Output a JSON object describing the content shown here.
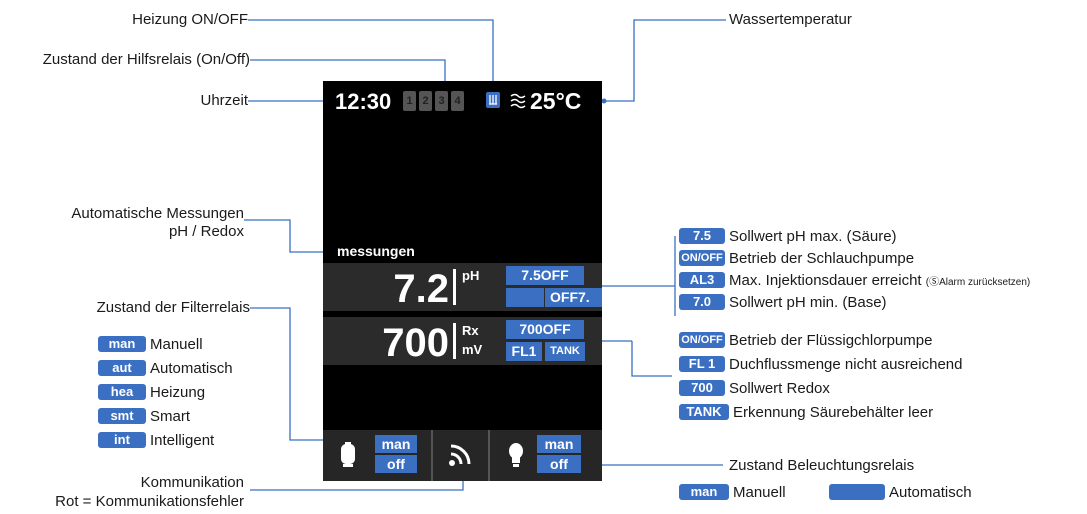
{
  "callouts": {
    "heizung": "Heizung ON/OFF",
    "hilfsrelais": "Zustand der Hilfsrelais (On/Off)",
    "uhrzeit": "Uhrzeit",
    "wassertemperatur": "Wassertemperatur",
    "messungen_1": "Automatische Messungen",
    "messungen_2": "pH / Redox",
    "filterrelais": "Zustand der Filterrelais",
    "kommunikation_1": "Kommunikation",
    "kommunikation_2": "Rot = Kommunikationsfehler",
    "beleuchtung": "Zustand Beleuchtungsrelais"
  },
  "screen": {
    "time": "12:30",
    "aux_relays": [
      "1",
      "2",
      "3",
      "4"
    ],
    "heating_icon": "heating-icon",
    "temp_icon": "water-temperature-icon",
    "temperature": "25°C",
    "messungen_label": "messungen",
    "ph": {
      "value": "7.2",
      "unit": "pH",
      "setpoint": "7.5",
      "pump": "OFF",
      "min": "7.",
      "pump2": "OFF"
    },
    "redox": {
      "value": "700",
      "unit1": "Rx",
      "unit2": "mV",
      "setpoint": "700",
      "pump": "OFF",
      "flow": "FL1",
      "tank": "TANK"
    },
    "filter": {
      "icon": "filter-pump-icon",
      "mode": "man",
      "state": "off"
    },
    "comm": {
      "icon": "wifi-icon"
    },
    "light": {
      "icon": "lightbulb-icon",
      "mode": "man",
      "state": "off"
    }
  },
  "filter_legend": [
    {
      "badge": "man",
      "label": "Manuell"
    },
    {
      "badge": "aut",
      "label": "Automatisch"
    },
    {
      "badge": "hea",
      "label": "Heizung"
    },
    {
      "badge": "smt",
      "label": "Smart"
    },
    {
      "badge": "int",
      "label": "Intelligent"
    }
  ],
  "ph_legend": [
    {
      "badge": "7.5",
      "label": "Sollwert pH max. (Säure)"
    },
    {
      "badge": "ON/OFF",
      "label": "Betrieb der Schlauchpumpe"
    },
    {
      "badge": "AL3",
      "label": "Max. Injektionsdauer erreicht",
      "note": "(ⓈAlarm zurücksetzen)"
    },
    {
      "badge": "7.0",
      "label": "Sollwert pH min. (Base)"
    }
  ],
  "redox_legend": [
    {
      "badge": "ON/OFF",
      "label": "Betrieb der Flüssigchlorpumpe"
    },
    {
      "badge": "FL 1",
      "label": "Duchflussmenge nicht ausreichend"
    },
    {
      "badge": "700",
      "label": "Sollwert Redox"
    },
    {
      "badge": "TANK",
      "label": "Erkennung Säurebehälter leer"
    }
  ],
  "light_legend": [
    {
      "badge": "man",
      "label": "Manuell"
    },
    {
      "badge": "",
      "label": "Automatisch"
    }
  ],
  "colors": {
    "accent": "#3a6fc2",
    "screen_bg": "#000000",
    "band_bg": "#2b2b2b"
  }
}
